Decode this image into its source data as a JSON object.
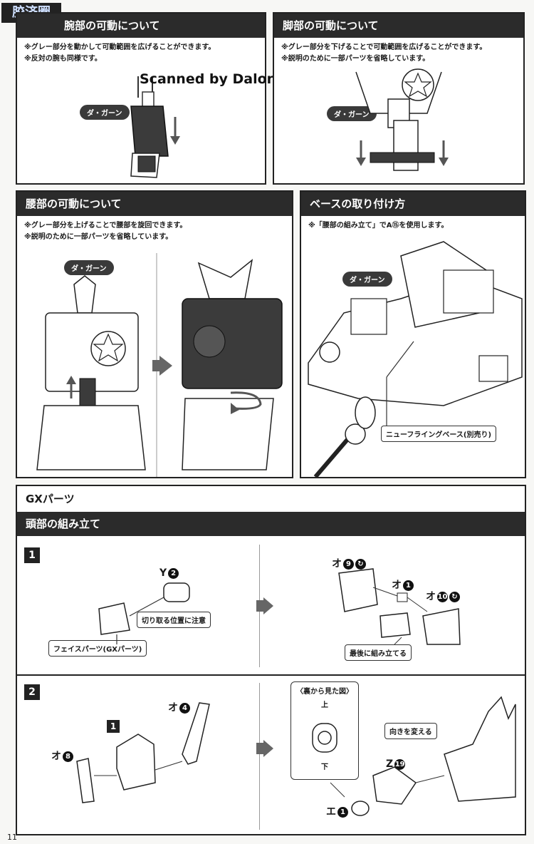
{
  "watermark": "Scanned by Dalong.net",
  "corner_logo": "胶济圈",
  "page_number": "11",
  "arms": {
    "title": "腕部の可動について",
    "notes": [
      "※グレー部分を動かして可動範囲を広げることができます。",
      "※反対の腕も同様です。"
    ],
    "tag": "ダ・ガーン"
  },
  "legs": {
    "title": "脚部の可動について",
    "notes": [
      "※グレー部分を下げることで可動範囲を広げることができます。",
      "※説明のために一部パーツを省略しています。"
    ],
    "tag": "ダ・ガーン"
  },
  "waist": {
    "title": "腰部の可動について",
    "notes": [
      "※グレー部分を上げることで腰部を旋回できます。",
      "※説明のために一部パーツを省略しています。"
    ],
    "tag": "ダ・ガーン"
  },
  "base": {
    "title": "ベースの取り付け方",
    "notes": [
      "※「腰部の組み立て」でA⑮を使用します。"
    ],
    "tag": "ダ・ガーン",
    "callout": "ニューフライングベース(別売り)"
  },
  "gx": {
    "title": "GXパーツ",
    "subtitle": "頭部の組み立て",
    "step1": {
      "num": "1",
      "part_y": "Y",
      "part_y_num": "2",
      "cut_note": "切り取る位置に注意",
      "face_parts": "フェイスパーツ(GXパーツ)",
      "part_o9": "オ",
      "part_o9_num": "9",
      "part_o1": "オ",
      "part_o1_num": "1",
      "part_o10": "オ",
      "part_o10_num": "10",
      "last_note": "最後に組み立てる"
    },
    "step2": {
      "num": "2",
      "part_o4": "オ",
      "part_o4_num": "4",
      "sub_step": "1",
      "part_o8": "オ",
      "part_o8_num": "8",
      "back_view": "〈裏から見た図〉",
      "top": "上",
      "bottom": "下",
      "part_z": "Z",
      "part_z_num": "19",
      "direction_note": "向きを変える",
      "part_e": "エ",
      "part_e_num": "1"
    }
  }
}
